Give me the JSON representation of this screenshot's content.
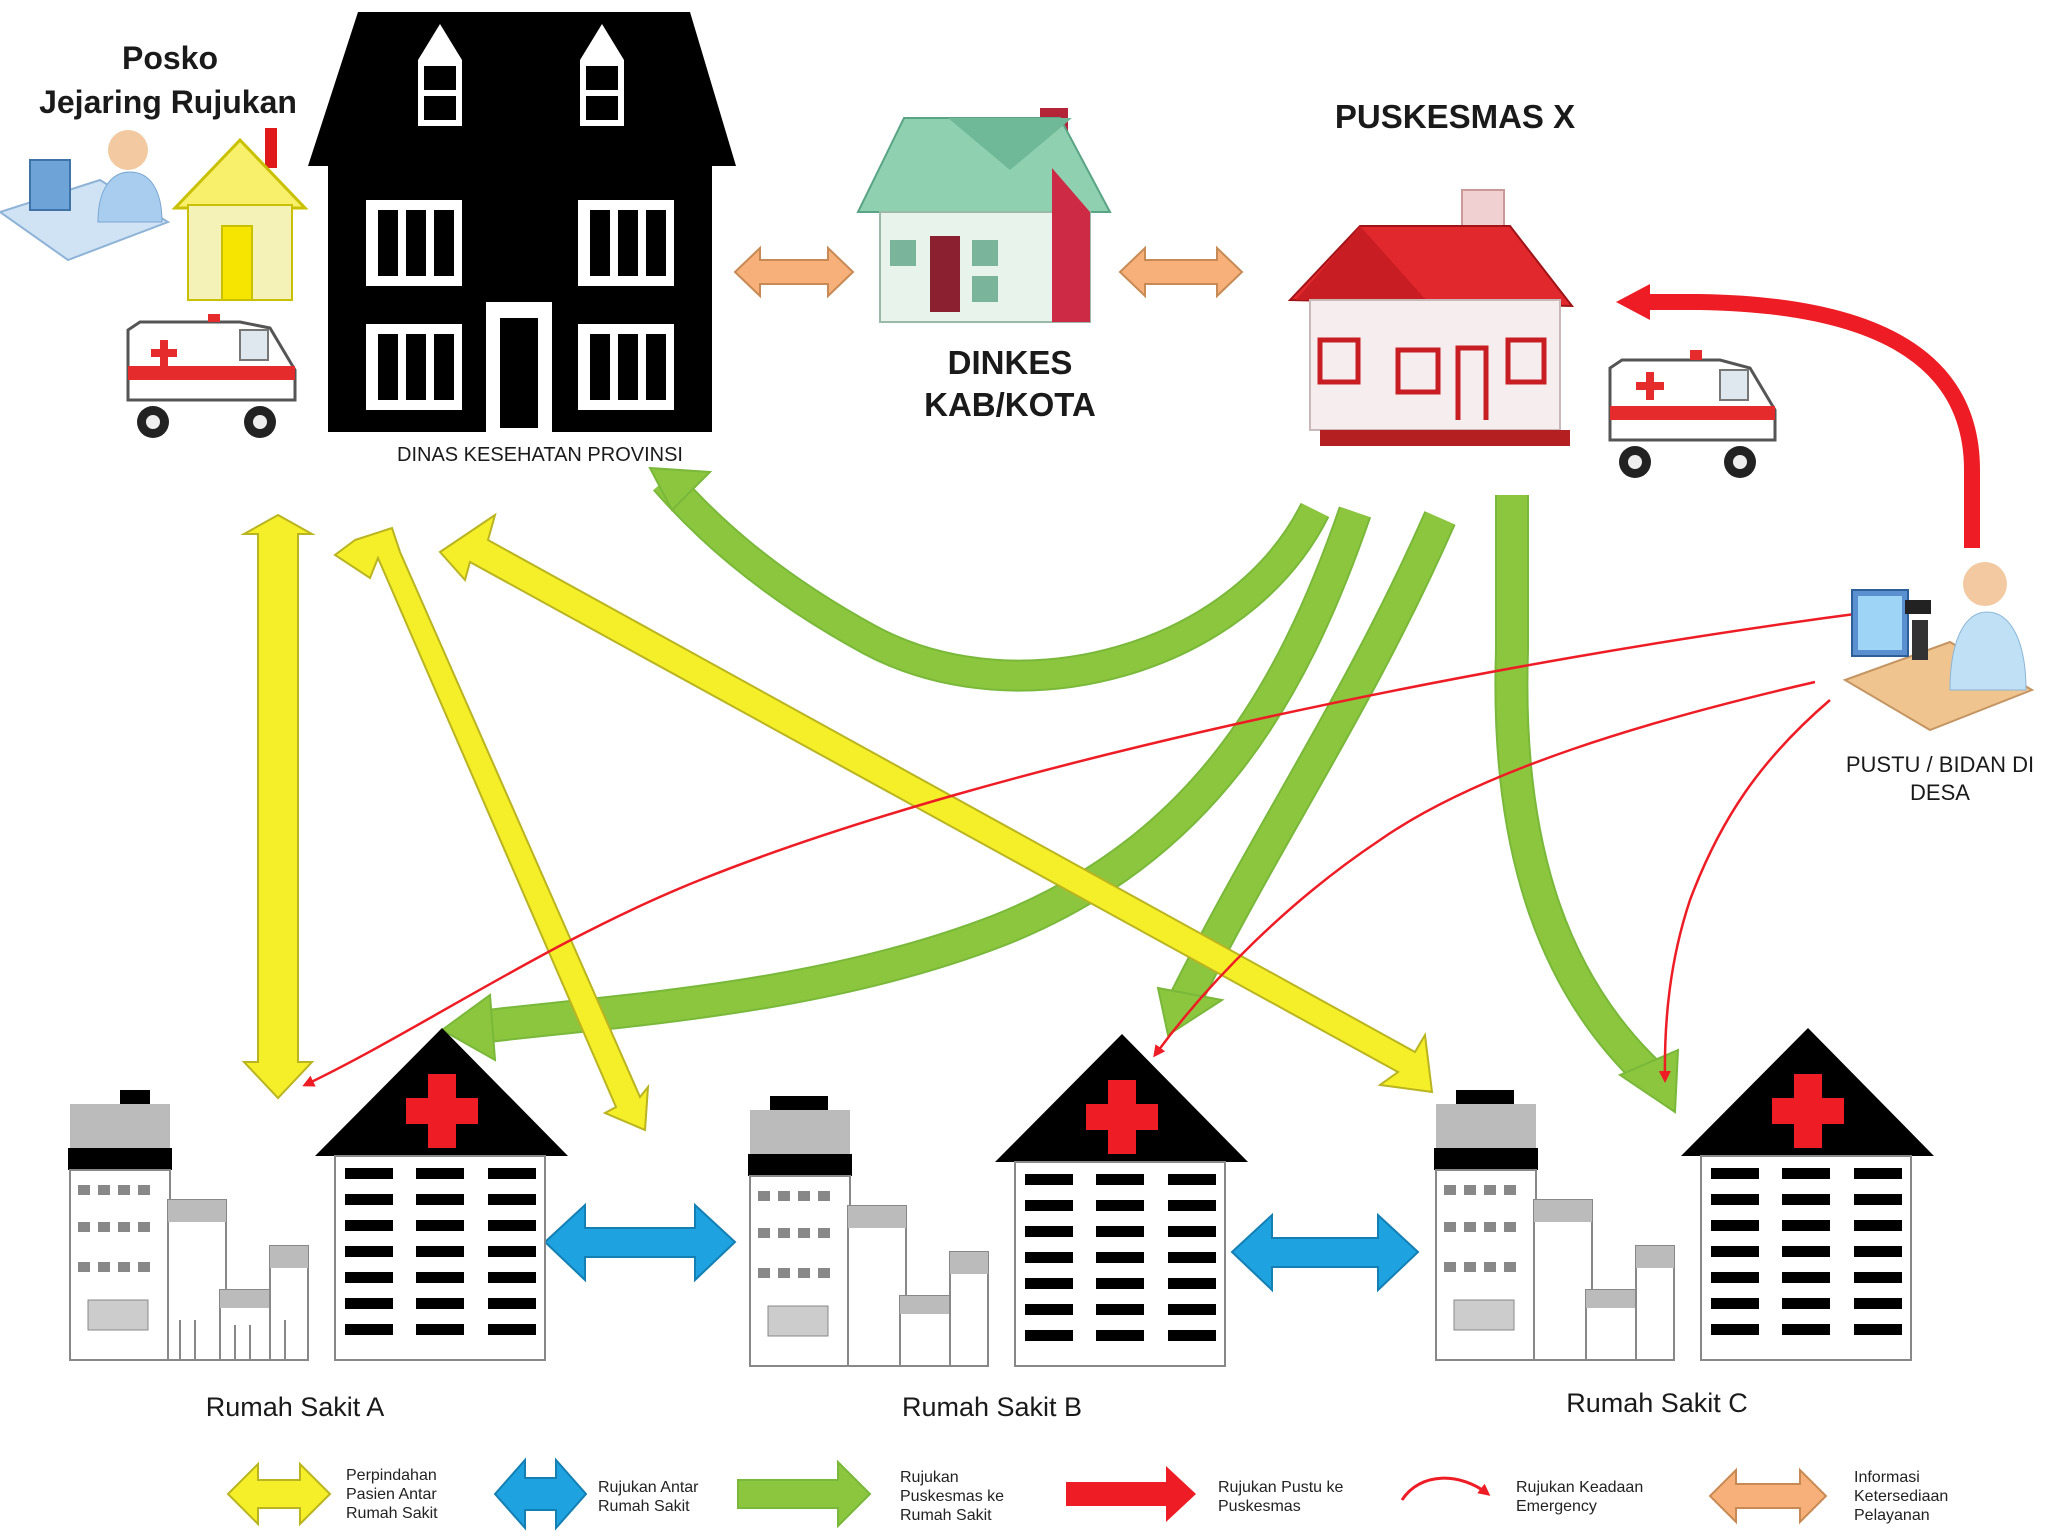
{
  "labels": {
    "posko_line1": "Posko",
    "posko_line2": "Jejaring Rujukan",
    "dinkes_prov": "DINAS KESEHATAN PROVINSI",
    "dinkes_kab_line1": "DINKES",
    "dinkes_kab_line2": "KAB/KOTA",
    "puskesmas": "PUSKESMAS X",
    "pustu_line1": "PUSTU / BIDAN DI",
    "pustu_line2": "DESA",
    "rs_a": "Rumah Sakit A",
    "rs_b": "Rumah Sakit B",
    "rs_c": "Rumah Sakit C"
  },
  "legend": [
    {
      "lines": [
        "Perpindahan",
        "Pasien Antar",
        "Rumah Sakit"
      ],
      "color": "#f5ef2a",
      "icon": "double-arrow"
    },
    {
      "lines": [
        "Rujukan Antar",
        "Rumah Sakit"
      ],
      "color": "#1fa3e0",
      "icon": "double-arrow"
    },
    {
      "lines": [
        "Rujukan",
        "Puskesmas ke",
        "Rumah Sakit"
      ],
      "color": "#8cc63f",
      "icon": "single-arrow"
    },
    {
      "lines": [
        "Rujukan Pustu ke",
        "Puskesmas"
      ],
      "color": "#ee1c24",
      "icon": "single-arrow"
    },
    {
      "lines": [
        "Rujukan Keadaan",
        "Emergency"
      ],
      "color": "#ee1c24",
      "icon": "thin-curved-arrow"
    },
    {
      "lines": [
        "Informasi",
        "Ketersediaan",
        "Pelayanan"
      ],
      "color": "#f7b07a",
      "icon": "double-arrow"
    }
  ],
  "colors": {
    "yellow": "#f5ef2a",
    "blue": "#1fa3e0",
    "green": "#8cc63f",
    "red": "#ee1c24",
    "orange": "#f7b07a"
  }
}
